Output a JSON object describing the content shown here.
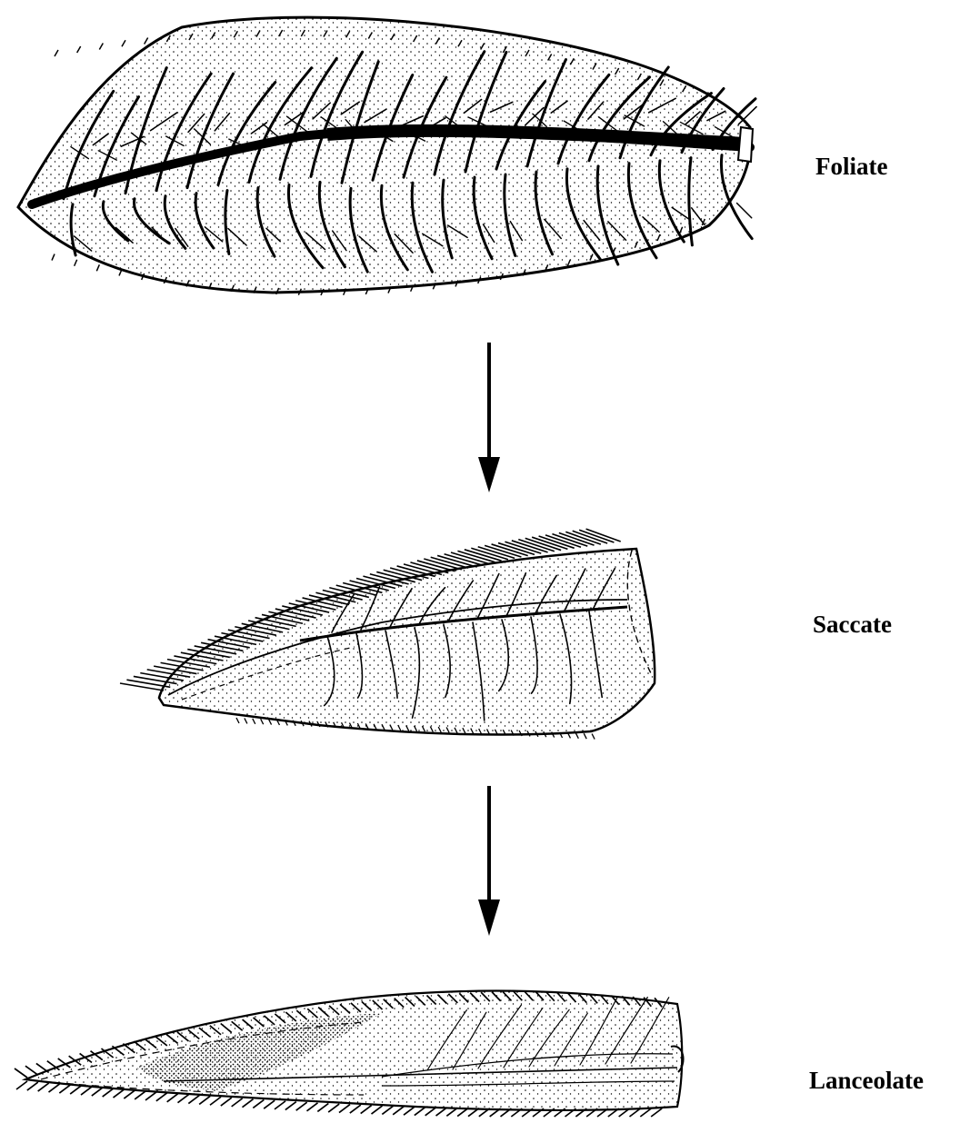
{
  "stages": [
    {
      "label": "Foliate"
    },
    {
      "label": "Saccate"
    },
    {
      "label": "Lanceolate"
    }
  ],
  "colors": {
    "ink": "#000000",
    "paper": "#ffffff"
  }
}
